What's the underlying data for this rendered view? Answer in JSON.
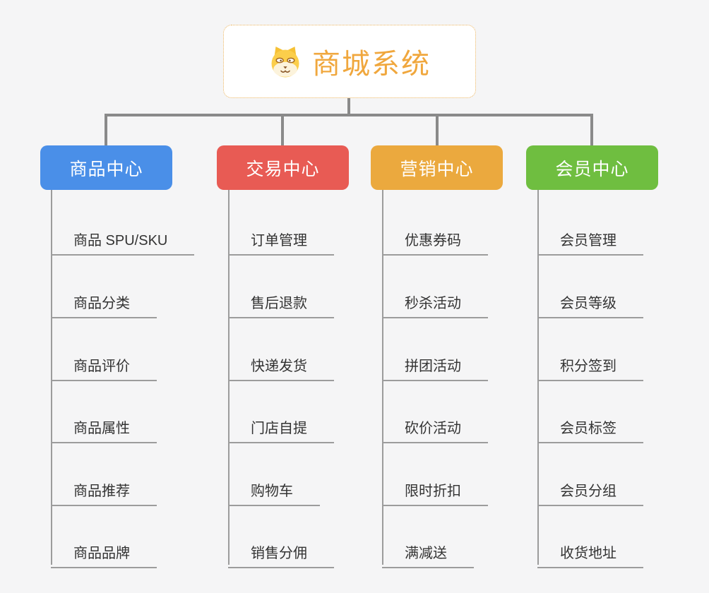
{
  "background": "#F5F5F6",
  "connector_color": "#8A8A8A",
  "subline_color": "#9C9C9C",
  "root": {
    "label": "商城系统",
    "icon": "dog-face",
    "text_color": "#F0A73D",
    "border_color": "#EBB35C"
  },
  "branches": [
    {
      "label": "商品中心",
      "color": "#4A8FE8",
      "items": [
        "商品 SPU/SKU",
        "商品分类",
        "商品评价",
        "商品属性",
        "商品推荐",
        "商品品牌"
      ]
    },
    {
      "label": "交易中心",
      "color": "#E85B54",
      "items": [
        "订单管理",
        "售后退款",
        "快递发货",
        "门店自提",
        "购物车",
        "销售分佣"
      ]
    },
    {
      "label": "营销中心",
      "color": "#EBA93E",
      "items": [
        "优惠券码",
        "秒杀活动",
        "拼团活动",
        "砍价活动",
        "限时折扣",
        "满减送"
      ]
    },
    {
      "label": "会员中心",
      "color": "#6FBE40",
      "items": [
        "会员管理",
        "会员等级",
        "积分签到",
        "会员标签",
        "会员分组",
        "收货地址"
      ]
    }
  ]
}
